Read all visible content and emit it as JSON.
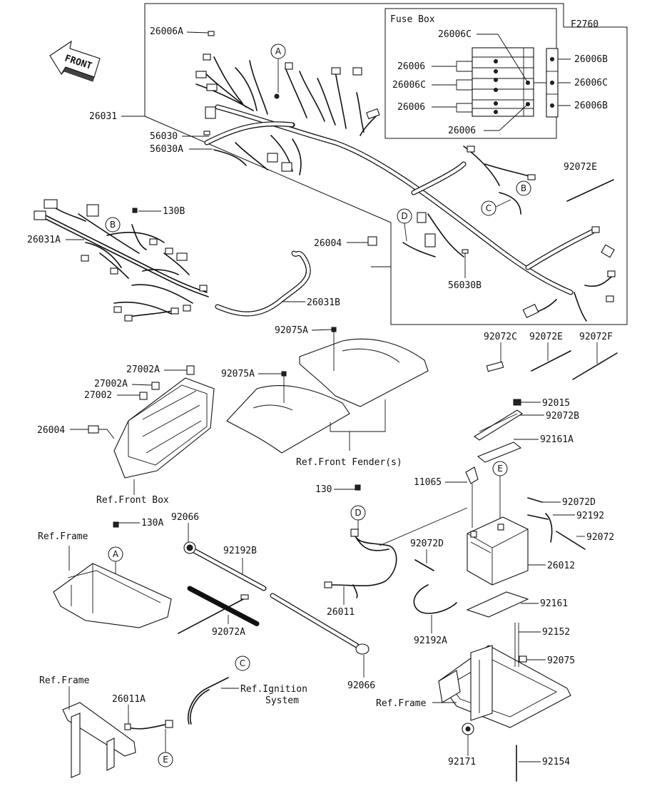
{
  "figure_code": "F2760",
  "fuse_box": {
    "title": "Fuse Box",
    "parts": [
      "26006C",
      "26006",
      "26006C",
      "26006",
      "26006",
      "26006B",
      "26006C",
      "26006B"
    ]
  },
  "front_arrow": "FRONT",
  "parts": {
    "p26006A": "26006A",
    "p26031": "26031",
    "p56030": "56030",
    "p56030A": "56030A",
    "p26031A": "26031A",
    "p130B": "130B",
    "p26004a": "26004",
    "p56030B": "56030B",
    "p26031B": "26031B",
    "p92072E_top": "92072E",
    "p92075A_1": "92075A",
    "p92075A_2": "92075A",
    "p27002A_1": "27002A",
    "p27002A_2": "27002A",
    "p27002": "27002",
    "p26004b": "26004",
    "p92072C": "92072C",
    "p92072E": "92072E",
    "p92072F": "92072F",
    "p92015": "92015",
    "p92072B": "92072B",
    "p92161A": "92161A",
    "p11065": "11065",
    "p130": "130",
    "p92072D_1": "92072D",
    "p92192": "92192",
    "p92072": "92072",
    "p92072D_2": "92072D",
    "p26012": "26012",
    "p130A": "130A",
    "p92066_1": "92066",
    "p92192B": "92192B",
    "p26011": "26011",
    "p92161": "92161",
    "p92072A": "92072A",
    "p92192A": "92192A",
    "p92152": "92152",
    "p92075": "92075",
    "p92066_2": "92066",
    "p26011A": "26011A",
    "p92171": "92171",
    "p92154": "92154"
  },
  "refs": {
    "front_fenders": "Ref.Front Fender(s)",
    "front_box": "Ref.Front Box",
    "frame_1": "Ref.Frame",
    "frame_2": "Ref.Frame",
    "frame_3": "Ref.Frame",
    "ignition_1": "Ref.Ignition",
    "ignition_2": "System"
  },
  "callouts": {
    "A": "A",
    "B": "B",
    "C": "C",
    "D": "D",
    "E": "E"
  }
}
